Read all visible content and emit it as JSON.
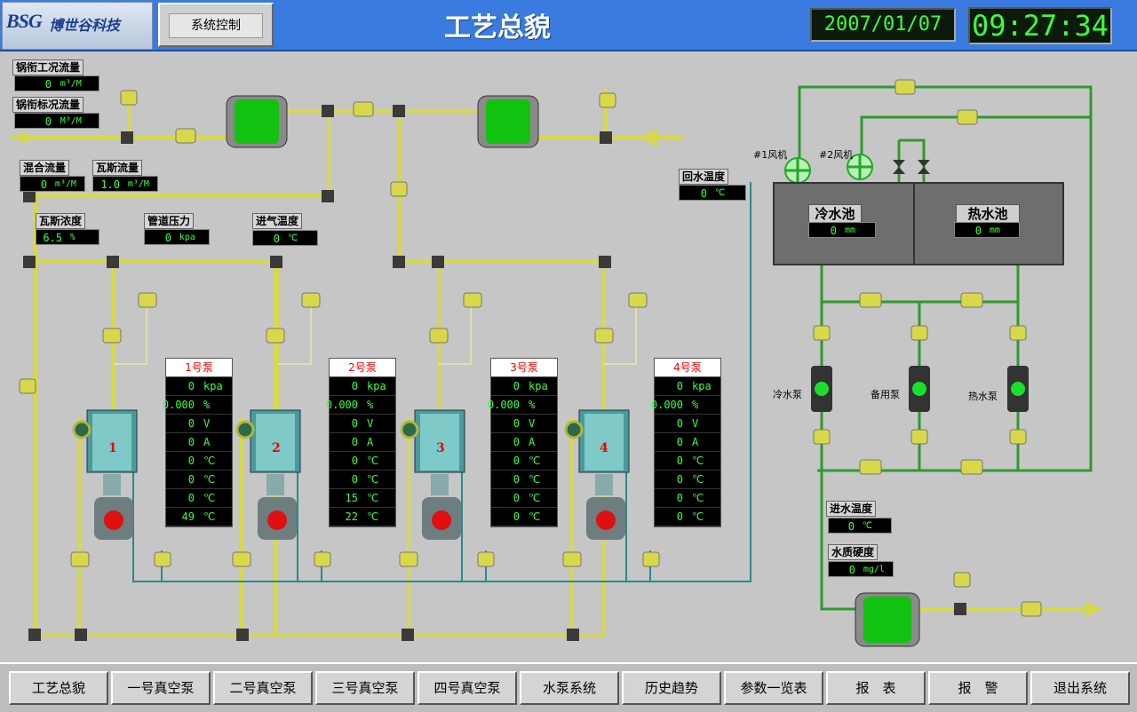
{
  "header": {
    "logo_mark": "BSG",
    "logo_text": "博世谷科技",
    "sys_button": "系统控制",
    "title": "工艺总貌",
    "date": "2007/01/07",
    "time": "09:27:34"
  },
  "meters": {
    "boiler_work_flow": {
      "label": "锅衔工况流量",
      "value": "0",
      "unit": "m³/M"
    },
    "boiler_std_flow": {
      "label": "锅衔标况流量",
      "value": "0",
      "unit": "M³/M"
    },
    "mixed_flow": {
      "label": "混合流量",
      "value": "0",
      "unit": "m³/M"
    },
    "gas_flow": {
      "label": "瓦斯流量",
      "value": "1.0",
      "unit": "m³/M"
    },
    "gas_conc": {
      "label": "瓦斯浓度",
      "value": "6.5",
      "unit": "%"
    },
    "pipe_pressure": {
      "label": "管道压力",
      "value": "0",
      "unit": "kpa"
    },
    "inlet_temp": {
      "label": "进气温度",
      "value": "0",
      "unit": "℃"
    },
    "return_temp": {
      "label": "回水温度",
      "value": "0",
      "unit": "℃"
    },
    "water_in_temp": {
      "label": "进水温度",
      "value": "0",
      "unit": "℃"
    },
    "water_hardness": {
      "label": "水质硬度",
      "value": "0",
      "unit": "mg/l"
    }
  },
  "tanks": {
    "cold": {
      "label": "冷水池",
      "value": "0",
      "unit": "mm"
    },
    "hot": {
      "label": "热水池",
      "value": "0",
      "unit": "mm"
    }
  },
  "fans": {
    "fan1": "#1风机",
    "fan2": "#2风机"
  },
  "water_pumps": {
    "cold": "冷水泵",
    "spare": "备用泵",
    "hot": "热水泵"
  },
  "vacuum_pumps": [
    {
      "title": "1号泵",
      "number": "1",
      "rows": [
        {
          "v": "0",
          "u": "kpa"
        },
        {
          "v": "0.000",
          "u": "%"
        },
        {
          "v": "0",
          "u": "V"
        },
        {
          "v": "0",
          "u": "A"
        },
        {
          "v": "0",
          "u": "℃"
        },
        {
          "v": "0",
          "u": "℃"
        },
        {
          "v": "0",
          "u": "℃"
        },
        {
          "v": "49",
          "u": "℃"
        }
      ]
    },
    {
      "title": "2号泵",
      "number": "2",
      "rows": [
        {
          "v": "0",
          "u": "kpa"
        },
        {
          "v": "0.000",
          "u": "%"
        },
        {
          "v": "0",
          "u": "V"
        },
        {
          "v": "0",
          "u": "A"
        },
        {
          "v": "0",
          "u": "℃"
        },
        {
          "v": "0",
          "u": "℃"
        },
        {
          "v": "15",
          "u": "℃"
        },
        {
          "v": "22",
          "u": "℃"
        }
      ]
    },
    {
      "title": "3号泵",
      "number": "3",
      "rows": [
        {
          "v": "0",
          "u": "kpa"
        },
        {
          "v": "0.000",
          "u": "%"
        },
        {
          "v": "0",
          "u": "V"
        },
        {
          "v": "0",
          "u": "A"
        },
        {
          "v": "0",
          "u": "℃"
        },
        {
          "v": "0",
          "u": "℃"
        },
        {
          "v": "0",
          "u": "℃"
        },
        {
          "v": "0",
          "u": "℃"
        }
      ]
    },
    {
      "title": "4号泵",
      "number": "4",
      "rows": [
        {
          "v": "0",
          "u": "kpa"
        },
        {
          "v": "0.000",
          "u": "%"
        },
        {
          "v": "0",
          "u": "V"
        },
        {
          "v": "0",
          "u": "A"
        },
        {
          "v": "0",
          "u": "℃"
        },
        {
          "v": "0",
          "u": "℃"
        },
        {
          "v": "0",
          "u": "℃"
        },
        {
          "v": "0",
          "u": "℃"
        }
      ]
    }
  ],
  "tabs": [
    "工艺总貌",
    "一号真空泵",
    "二号真空泵",
    "三号真空泵",
    "四号真空泵",
    "水泵系统",
    "历史趋势",
    "参数一览表",
    "报　表",
    "报　警",
    "退出系统"
  ],
  "colors": {
    "gas_pipe": "#d8d84a",
    "water_pipe": "#2e9a2e",
    "cool_pipe": "#2a8a8a",
    "title_bar": "#3a7be0",
    "lcd_text": "#3cff3c",
    "pump_light": "#19e02a"
  }
}
